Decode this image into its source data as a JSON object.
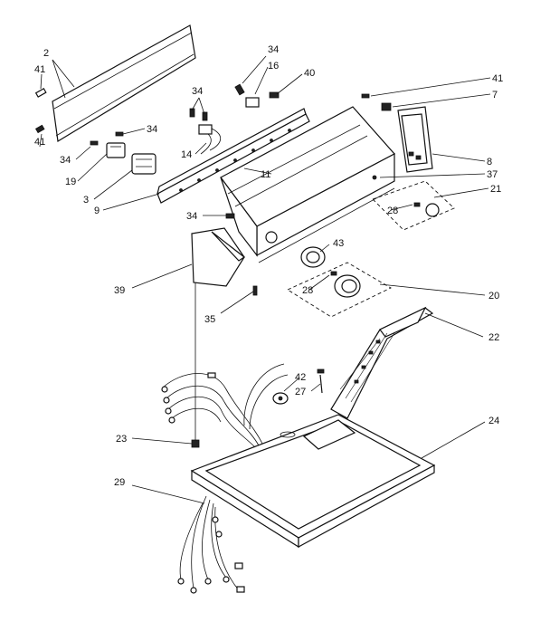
{
  "callouts": [
    {
      "id": "c2",
      "label": "2"
    },
    {
      "id": "c41a",
      "label": "41"
    },
    {
      "id": "c41b",
      "label": "41"
    },
    {
      "id": "c34a",
      "label": "34"
    },
    {
      "id": "c19",
      "label": "19"
    },
    {
      "id": "c3",
      "label": "3"
    },
    {
      "id": "c9",
      "label": "9"
    },
    {
      "id": "c34b",
      "label": "34"
    },
    {
      "id": "c14",
      "label": "14"
    },
    {
      "id": "c34c",
      "label": "34"
    },
    {
      "id": "c34d",
      "label": "34"
    },
    {
      "id": "c16",
      "label": "16"
    },
    {
      "id": "c40",
      "label": "40"
    },
    {
      "id": "c11",
      "label": "11"
    },
    {
      "id": "c34e",
      "label": "34"
    },
    {
      "id": "c41c",
      "label": "41"
    },
    {
      "id": "c7",
      "label": "7"
    },
    {
      "id": "c8",
      "label": "8"
    },
    {
      "id": "c37",
      "label": "37"
    },
    {
      "id": "c21",
      "label": "21"
    },
    {
      "id": "c28a",
      "label": "28"
    },
    {
      "id": "c43",
      "label": "43"
    },
    {
      "id": "c39",
      "label": "39"
    },
    {
      "id": "c35",
      "label": "35"
    },
    {
      "id": "c28b",
      "label": "28"
    },
    {
      "id": "c20",
      "label": "20"
    },
    {
      "id": "c22",
      "label": "22"
    },
    {
      "id": "c42",
      "label": "42"
    },
    {
      "id": "c27",
      "label": "27"
    },
    {
      "id": "c24",
      "label": "24"
    },
    {
      "id": "c23",
      "label": "23"
    },
    {
      "id": "c29",
      "label": "29"
    }
  ]
}
